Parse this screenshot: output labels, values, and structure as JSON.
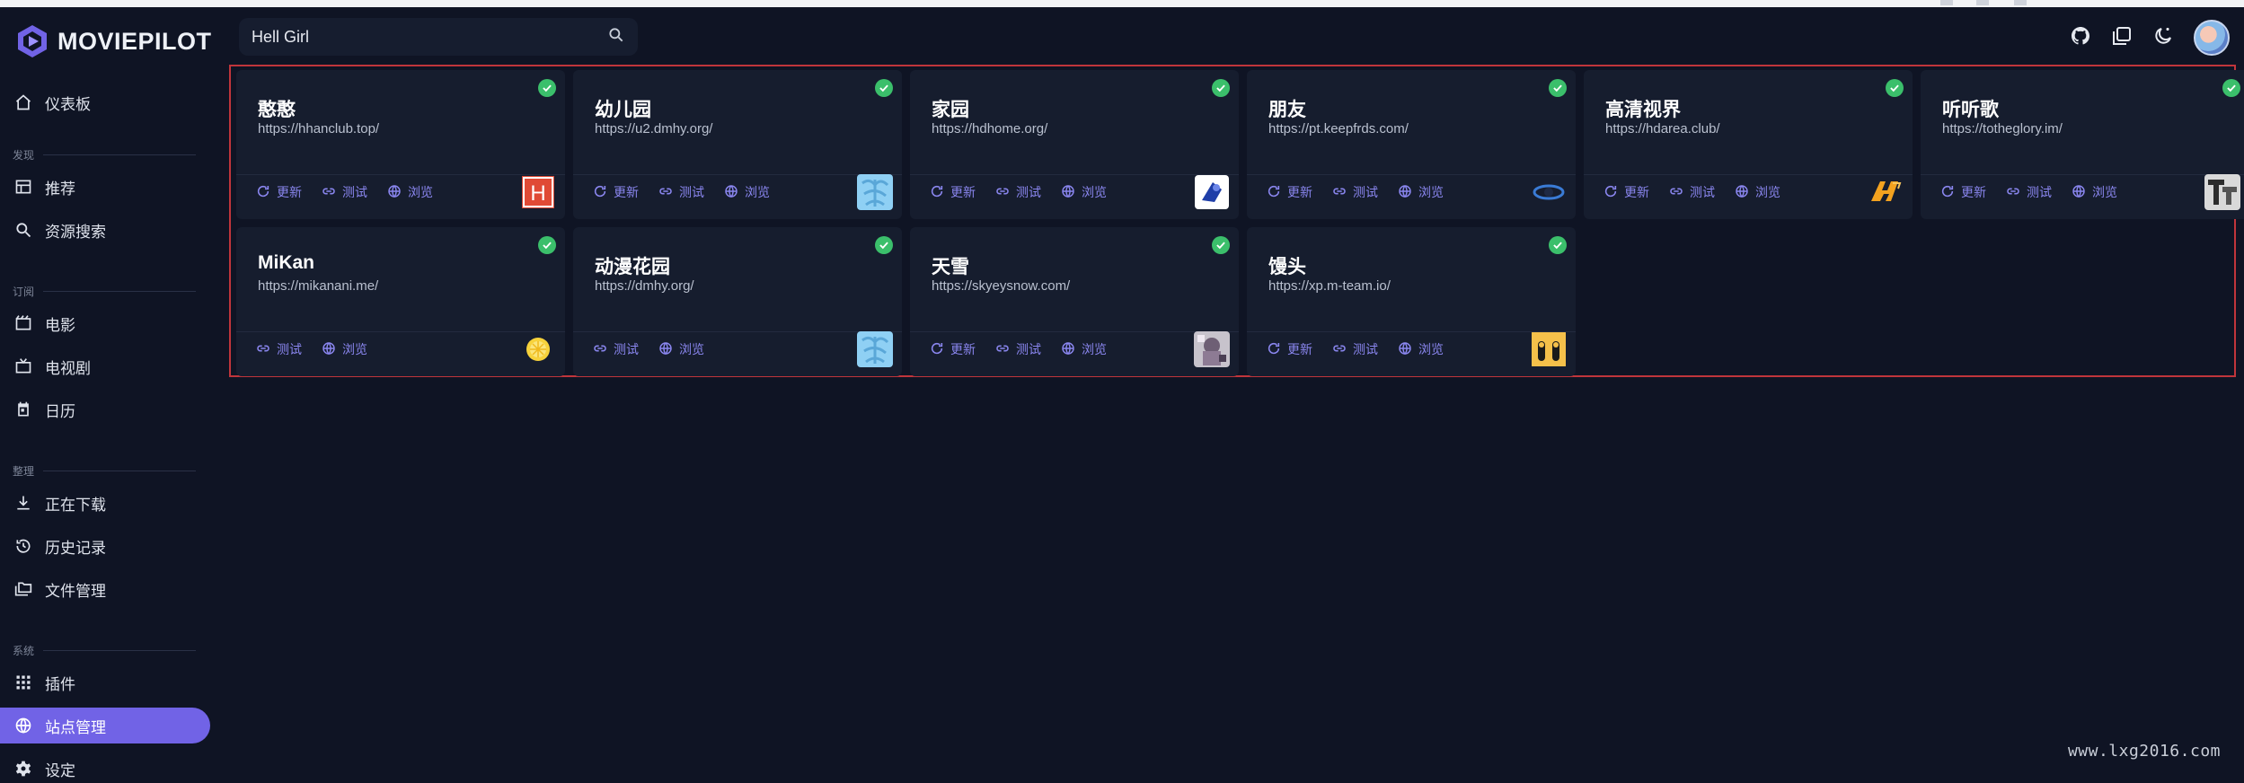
{
  "app": {
    "name": "MOVIEPILOT"
  },
  "search": {
    "value": "Hell Girl"
  },
  "sidebar": {
    "dashboard": "仪表板",
    "sections": {
      "discover": "发现",
      "subscribe": "订阅",
      "organize": "整理",
      "system": "系统"
    },
    "items": {
      "recommend": "推荐",
      "search": "资源搜索",
      "movie": "电影",
      "tv": "电视剧",
      "calendar": "日历",
      "downloading": "正在下载",
      "history": "历史记录",
      "files": "文件管理",
      "plugins": "插件",
      "sites": "站点管理",
      "settings": "设定"
    }
  },
  "actions": {
    "refresh": "更新",
    "test": "测试",
    "browse": "浏览"
  },
  "sites": [
    {
      "name": "憨憨",
      "url": "https://hhanclub.top/",
      "icon": "hhan-icon",
      "refresh": true
    },
    {
      "name": "幼儿园",
      "url": "https://u2.dmhy.org/",
      "icon": "flower-icon",
      "refresh": true
    },
    {
      "name": "家园",
      "url": "https://hdhome.org/",
      "icon": "hdhome-icon",
      "refresh": true
    },
    {
      "name": "朋友",
      "url": "https://pt.keepfrds.com/",
      "icon": "keepfrds-icon",
      "refresh": true
    },
    {
      "name": "高清视界",
      "url": "https://hdarea.club/",
      "icon": "hdarea-icon",
      "refresh": true
    },
    {
      "name": "听听歌",
      "url": "https://totheglory.im/",
      "icon": "ttg-icon",
      "refresh": true
    },
    {
      "name": "MiKan",
      "url": "https://mikanani.me/",
      "icon": "mikan-icon",
      "refresh": false
    },
    {
      "name": "动漫花园",
      "url": "https://dmhy.org/",
      "icon": "flower-icon",
      "refresh": false
    },
    {
      "name": "天雪",
      "url": "https://skyeysnow.com/",
      "icon": "skyeysnow-icon",
      "refresh": true
    },
    {
      "name": "馒头",
      "url": "https://xp.m-team.io/",
      "icon": "mteam-icon",
      "refresh": true
    }
  ],
  "watermark": "www.lxg2016.com",
  "colors": {
    "accent": "#7163e6",
    "check": "#3bbf6b",
    "link": "#8a86ef",
    "highlight_border": "#c0353b"
  }
}
